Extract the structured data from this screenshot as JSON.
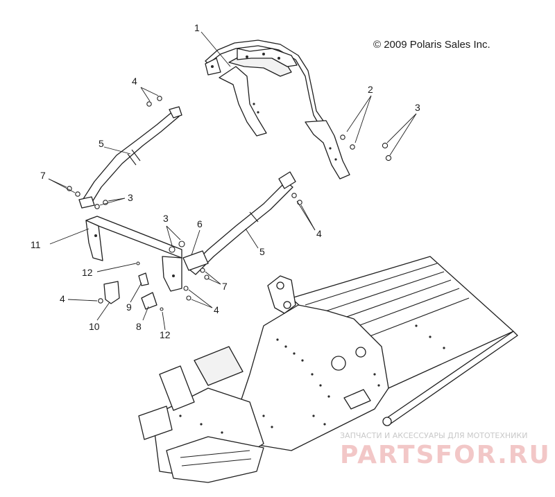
{
  "copyright": "© 2009 Polaris Sales Inc.",
  "watermark": {
    "subtitle": "ЗАПЧАСТИ И АКСЕССУАРЫ ДЛЯ МОТОТЕХНИКИ",
    "logo_text": "PARTSFOR.RU",
    "color": "#e8a0a0"
  },
  "callouts": [
    {
      "id": "c1",
      "text": "1"
    },
    {
      "id": "c2",
      "text": "2"
    },
    {
      "id": "c3a",
      "text": "3"
    },
    {
      "id": "c4a",
      "text": "4"
    },
    {
      "id": "c5a",
      "text": "5"
    },
    {
      "id": "c7a",
      "text": "7"
    },
    {
      "id": "c3b",
      "text": "3"
    },
    {
      "id": "c11",
      "text": "11"
    },
    {
      "id": "c3c",
      "text": "3"
    },
    {
      "id": "c6",
      "text": "6"
    },
    {
      "id": "c5b",
      "text": "5"
    },
    {
      "id": "c4b",
      "text": "4"
    },
    {
      "id": "c12a",
      "text": "12"
    },
    {
      "id": "c7b",
      "text": "7"
    },
    {
      "id": "c4c",
      "text": "4"
    },
    {
      "id": "c9",
      "text": "9"
    },
    {
      "id": "c4d",
      "text": "4"
    },
    {
      "id": "c10",
      "text": "10"
    },
    {
      "id": "c8",
      "text": "8"
    },
    {
      "id": "c12b",
      "text": "12"
    }
  ]
}
